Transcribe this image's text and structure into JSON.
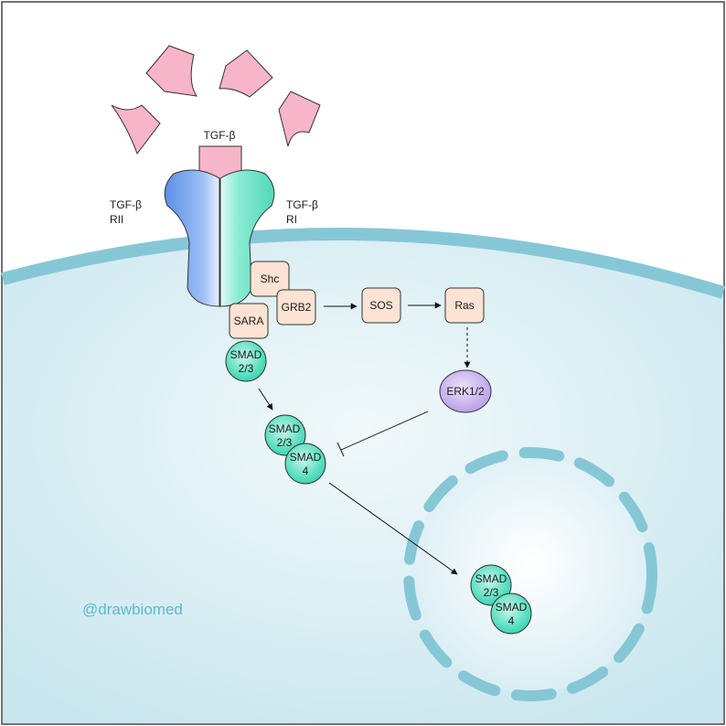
{
  "labels": {
    "ligand": "TGF-β",
    "receptor_rii_line1": "TGF-β",
    "receptor_rii_line2": "RII",
    "receptor_ri_line1": "TGF-β",
    "receptor_ri_line2": "RI",
    "shc": "Shc",
    "grb2": "GRB2",
    "sara": "SARA",
    "sos": "SOS",
    "ras": "Ras",
    "erk": "ERK1/2",
    "smad23_line1": "SMAD",
    "smad23_line2": "2/3",
    "smad4_line1": "SMAD",
    "smad4_line2": "4"
  },
  "watermark": "@drawbiomed",
  "colors": {
    "membrane": "#86c7d6",
    "cytoplasm": "#d9eef4",
    "nucleus_fill": "#e8f4f8",
    "ligand": "#f7b5c9",
    "rii": "#6a9fe8",
    "ri": "#5fdcc0",
    "adaptor": "#fde3d3",
    "erk": "#c9b3ec",
    "smad": "#45dcbb"
  }
}
